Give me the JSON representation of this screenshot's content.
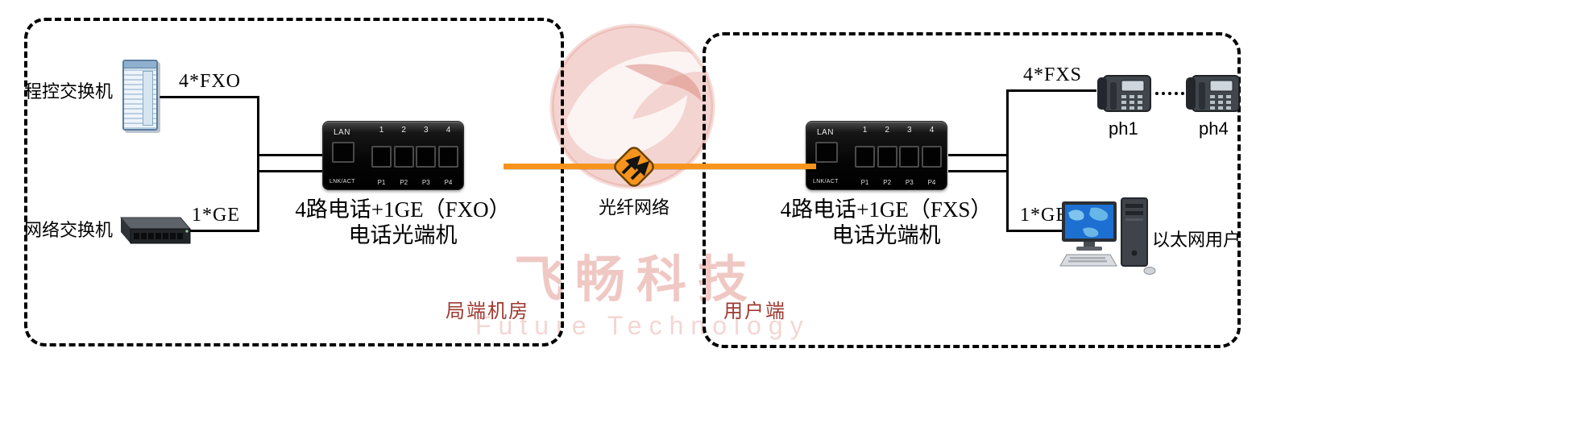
{
  "watermark": {
    "brand": "飞畅科技",
    "subtitle": "Future Technology"
  },
  "fiber": {
    "label": "光纤网络",
    "line_color": "#F7941D",
    "icon": "fiber-transfer-arrows"
  },
  "colors": {
    "fiber_orange": "#F7941D",
    "zone_label_red": "#9E3A32",
    "watermark_pink": "#D6766C",
    "connector_black": "#000000"
  },
  "device_panel": {
    "lan": "LAN",
    "lnk_act": "LNK/ACT",
    "port_numbers": [
      "1",
      "2",
      "3",
      "4"
    ],
    "port_labels": [
      "P1",
      "P2",
      "P3",
      "P4"
    ]
  },
  "left_zone": {
    "zone_label": "局端机房",
    "pbx_label": "程控交换机",
    "pbx_link_label": "4*FXO",
    "switch_label": "网络交换机",
    "switch_link_label": "1*GE",
    "device_title_line1": "4路电话+1GE（FXO）",
    "device_title_line2": "电话光端机"
  },
  "right_zone": {
    "zone_label": "用户端",
    "device_title_line1": "4路电话+1GE（FXS）",
    "device_title_line2": "电话光端机",
    "fxs_link_label": "4*FXS",
    "ge_link_label": "1*GE",
    "phone1_label": "ph1",
    "phone4_label": "ph4",
    "ethernet_user_label": "以太网用户"
  }
}
